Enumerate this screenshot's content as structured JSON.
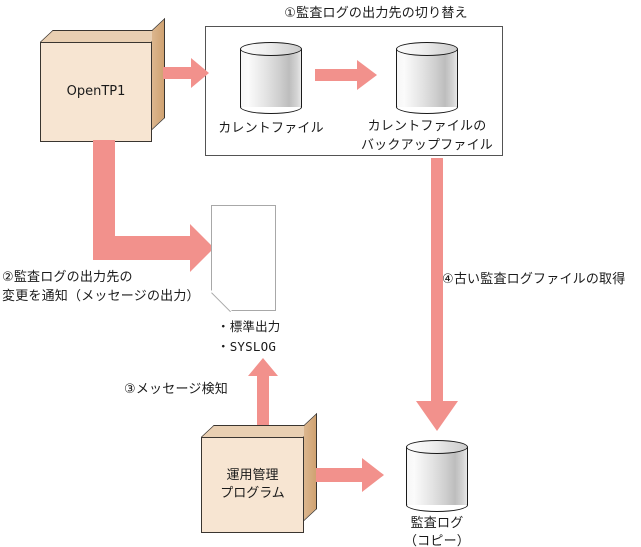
{
  "diagram": {
    "title_note_1": "①監査ログの出力先の切り替え",
    "note_2_line1": "②監査ログの出力先の",
    "note_2_line2": "変更を通知（メッセージの出力）",
    "note_3": "③メッセージ検知",
    "note_4": "④古い監査ログファイルの取得"
  },
  "nodes": {
    "opentp1": {
      "label": "OpenTP1"
    },
    "current_file": {
      "label": "カレントファイル"
    },
    "backup_file": {
      "label_line1": "カレントファイルの",
      "label_line2": "バックアップファイル"
    },
    "message_doc": {
      "output_1": "・標準出力",
      "output_2": "・SYSLOG"
    },
    "admin_program": {
      "label_line1": "運用管理",
      "label_line2": "プログラム"
    },
    "audit_log_copy": {
      "label_line1": "監査ログ",
      "label_line2": "（コピー）"
    }
  },
  "colors": {
    "arrow": "#f2918c",
    "box_face": "#f7e5d2",
    "box_side": "#d4a87c",
    "panel_border": "#545454",
    "doc_border": "#a8a8a8",
    "text": "#1a1a1a"
  },
  "icons": {
    "arrow_right": "arrow-right-icon",
    "arrow_down": "arrow-down-icon",
    "arrow_up": "arrow-up-icon",
    "arrow_elbow": "arrow-elbow-down-right-icon",
    "cylinder": "database-cylinder-icon",
    "cube": "process-cube-icon",
    "document": "document-page-icon"
  }
}
